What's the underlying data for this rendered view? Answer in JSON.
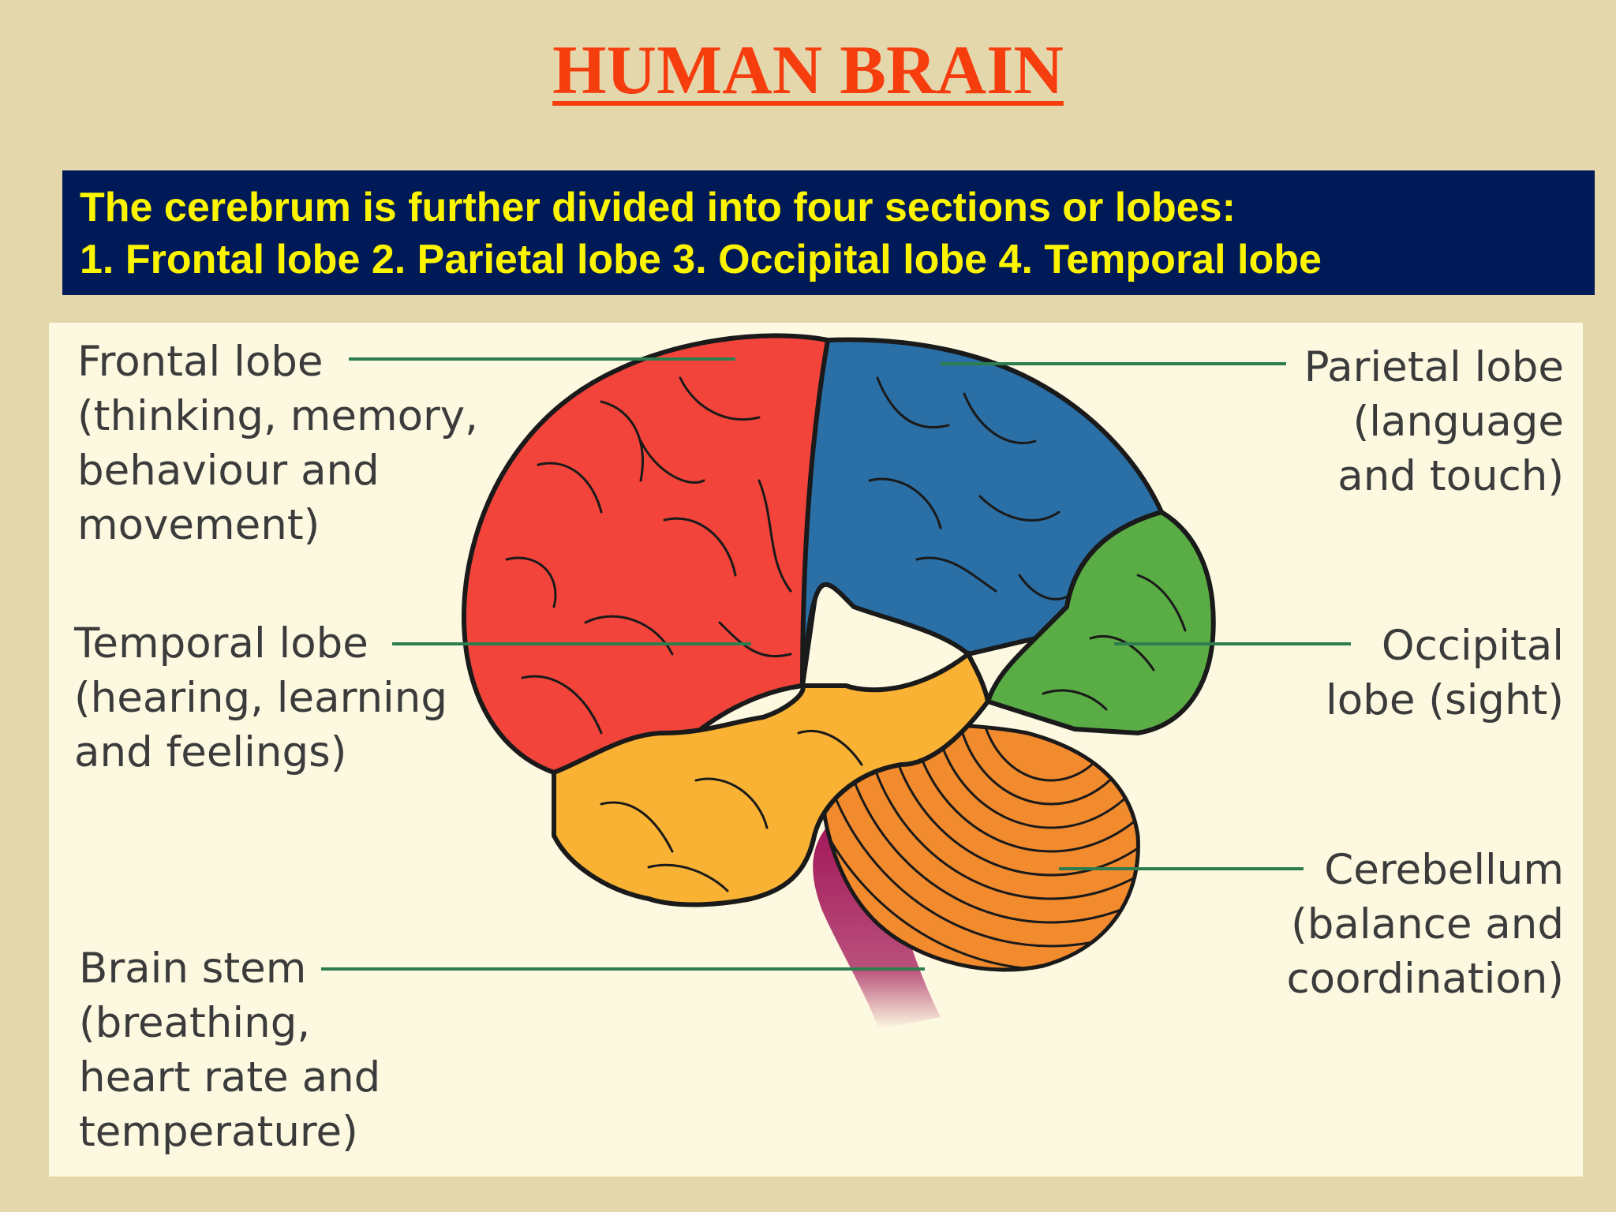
{
  "title": "HUMAN BRAIN",
  "info": {
    "line1": "The cerebrum is further divided into four sections or lobes:",
    "line2": "1. Frontal lobe 2. Parietal lobe 3. Occipital lobe 4. Temporal lobe"
  },
  "labels": {
    "frontal": {
      "title": "Frontal lobe",
      "desc": "(thinking, memory,\nbehaviour and\nmovement)"
    },
    "temporal": {
      "title": "Temporal lobe",
      "desc": "(hearing, learning\nand feelings)"
    },
    "brainstem": {
      "title": "Brain stem",
      "desc": "(breathing,\nheart rate and\ntemperature)"
    },
    "parietal": {
      "title": "Parietal lobe",
      "desc": "(language\nand touch)"
    },
    "occipital": {
      "title": "Occipital",
      "desc": "lobe (sight)"
    },
    "cerebellum": {
      "title": "Cerebellum",
      "desc": "(balance and\ncoordination)"
    }
  },
  "colors": {
    "background": "#e5d7ac",
    "title": "#f53d0d",
    "info_box": "#001a57",
    "info_text": "#fdf500",
    "panel": "#fdf9e1",
    "frontal": "#f2443a",
    "parietal": "#2a6fa6",
    "occipital": "#5aac45",
    "temporal": "#f9b233",
    "cerebellum": "#f28a2e",
    "brainstem": "#a3185a",
    "leader_line": "#2e7d4f"
  }
}
